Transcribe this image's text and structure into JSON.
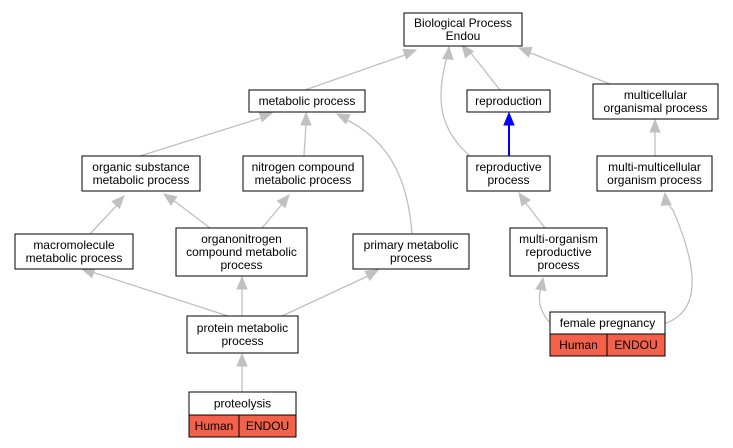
{
  "colors": {
    "edge": "#c0c0c0",
    "edge_highlight": "#0000ff",
    "annotation_fill": "#f4614a",
    "node_fill": "#ffffff",
    "node_stroke": "#000000"
  },
  "nodes": {
    "bp": {
      "lines": [
        "Biological Process",
        "Endou"
      ]
    },
    "metab": {
      "lines": [
        "metabolic process"
      ]
    },
    "repro": {
      "lines": [
        "reproduction"
      ]
    },
    "multi": {
      "lines": [
        "multicellular",
        "organismal process"
      ]
    },
    "orgsub": {
      "lines": [
        "organic substance",
        "metabolic process"
      ]
    },
    "nitro": {
      "lines": [
        "nitrogen compound",
        "metabolic process"
      ]
    },
    "reprop": {
      "lines": [
        "reproductive",
        "process"
      ]
    },
    "mmorg": {
      "lines": [
        "multi-multicellular",
        "organism process"
      ]
    },
    "macro": {
      "lines": [
        "macromolecule",
        "metabolic process"
      ]
    },
    "orgnit": {
      "lines": [
        "organonitrogen",
        "compound metabolic",
        "process"
      ]
    },
    "prim": {
      "lines": [
        "primary metabolic",
        "process"
      ]
    },
    "morg": {
      "lines": [
        "multi-organism",
        "reproductive",
        "process"
      ]
    },
    "prot": {
      "lines": [
        "protein metabolic",
        "process"
      ]
    },
    "fem": {
      "lines": [
        "female pregnancy"
      ],
      "tags": [
        "Human",
        "ENDOU"
      ]
    },
    "proteo": {
      "lines": [
        "proteolysis"
      ],
      "tags": [
        "Human",
        "ENDOU"
      ]
    }
  }
}
